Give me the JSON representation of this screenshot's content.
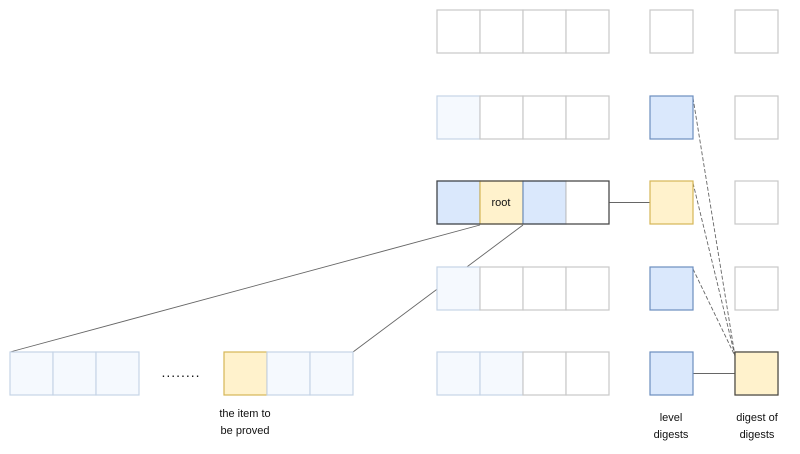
{
  "colors": {
    "blue_fill": "#dae8fc",
    "blue_stroke": "#6c8ebf",
    "yellow_fill": "#fff2cc",
    "yellow_stroke": "#d6b656",
    "pale_fill": "#f5f9fe",
    "pale_stroke": "#c6d4e6",
    "empty_stroke": "#c8c8c8",
    "dark_stroke": "#444444",
    "line_color": "#666666"
  },
  "grid": {
    "rows": [
      {
        "cells": [
          "empty",
          "empty",
          "empty",
          "empty"
        ],
        "level": "empty",
        "final": "empty"
      },
      {
        "cells": [
          "pale",
          "empty",
          "empty",
          "empty"
        ],
        "level": "blue",
        "final": "empty"
      },
      {
        "cells": [
          "blue",
          "yellow",
          "blue",
          "empty"
        ],
        "level": "yellow",
        "final": "empty",
        "framed": true
      },
      {
        "cells": [
          "pale",
          "empty",
          "empty",
          "empty"
        ],
        "level": "blue",
        "final": "empty"
      },
      {
        "cells": [
          "pale",
          "pale",
          "empty",
          "empty"
        ],
        "level": "blue",
        "final": "yellow"
      }
    ],
    "root_label": "root"
  },
  "proof_row": {
    "left_cells": [
      "pale",
      "pale",
      "pale"
    ],
    "ellipsis": "........",
    "right_cells": [
      "yellow",
      "pale",
      "pale"
    ]
  },
  "labels": {
    "item_line1": "the item to",
    "item_line2": "be proved",
    "level_line1": "level",
    "level_line2": "digests",
    "digest_line1": "digest of",
    "digest_line2": "digests"
  }
}
